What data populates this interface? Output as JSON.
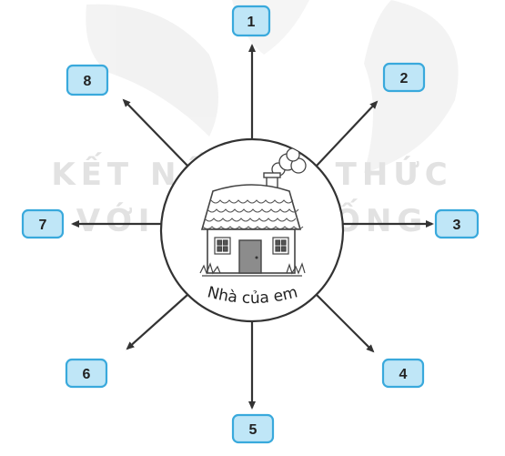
{
  "watermark": {
    "line1": "KẾT NỐI TRI THỨC",
    "line2": "VỚI CUỘC SỐNG"
  },
  "center": {
    "label": "Nhà của em"
  },
  "directions": [
    {
      "id": "n",
      "number": "1"
    },
    {
      "id": "ne",
      "number": "2"
    },
    {
      "id": "e",
      "number": "3"
    },
    {
      "id": "se",
      "number": "4"
    },
    {
      "id": "s",
      "number": "5"
    },
    {
      "id": "sw",
      "number": "6"
    },
    {
      "id": "w",
      "number": "7"
    },
    {
      "id": "nw",
      "number": "8"
    }
  ],
  "colors": {
    "box_fill": "#bfe6f7",
    "box_border": "#39a9dc",
    "arrow": "#333333",
    "watermark": "#e2e2e2"
  }
}
